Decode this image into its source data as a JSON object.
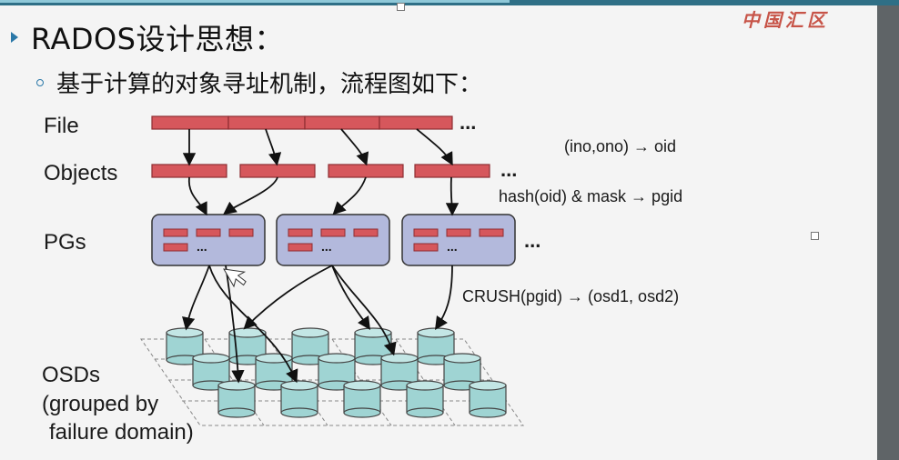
{
  "slide": {
    "title": "RADOS设计思想：",
    "subtitle": "基于计算的对象寻址机制，流程图如下：",
    "watermark": "中国汇区"
  },
  "diagram": {
    "row_labels": {
      "file": "File",
      "objects": "Objects",
      "pgs": "PGs",
      "osds_line1": "OSDs",
      "osds_line2": "(grouped by",
      "osds_line3": "failure domain)"
    },
    "formulas": {
      "oid": "(ino,ono) → oid",
      "pgid": "hash(oid) & mask → pgid",
      "crush": "CRUSH(pgid) → (osd1, osd2)"
    },
    "ellipsis": "...",
    "colors": {
      "segment": "#d6575c",
      "segment_border": "#8e2d32",
      "pg_fill": "#b3b9dc",
      "pg_border": "#333",
      "osd_fill": "#9fd4d3",
      "osd_border": "#444"
    }
  }
}
